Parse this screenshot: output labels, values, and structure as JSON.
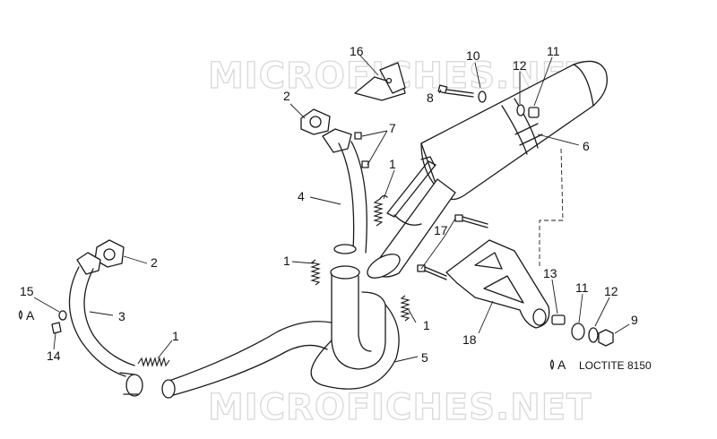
{
  "watermark": "MICROFICHES.NET",
  "legend": {
    "symbol": "A",
    "text": "LOCTITE 8150"
  },
  "callouts": {
    "c16": "16",
    "c10": "10",
    "c11a": "11",
    "c12a": "12",
    "c8": "8",
    "c2a": "2",
    "c7": "7",
    "c6": "6",
    "c1a": "1",
    "c4": "4",
    "c17": "17",
    "c2b": "2",
    "c1b": "1",
    "c15": "15",
    "c3": "3",
    "c1c": "1",
    "c13": "13",
    "c11b": "11",
    "c12b": "12",
    "c9": "9",
    "c14": "14",
    "c1d": "1",
    "c18": "18",
    "c5": "5",
    "loctite_a": "A"
  }
}
